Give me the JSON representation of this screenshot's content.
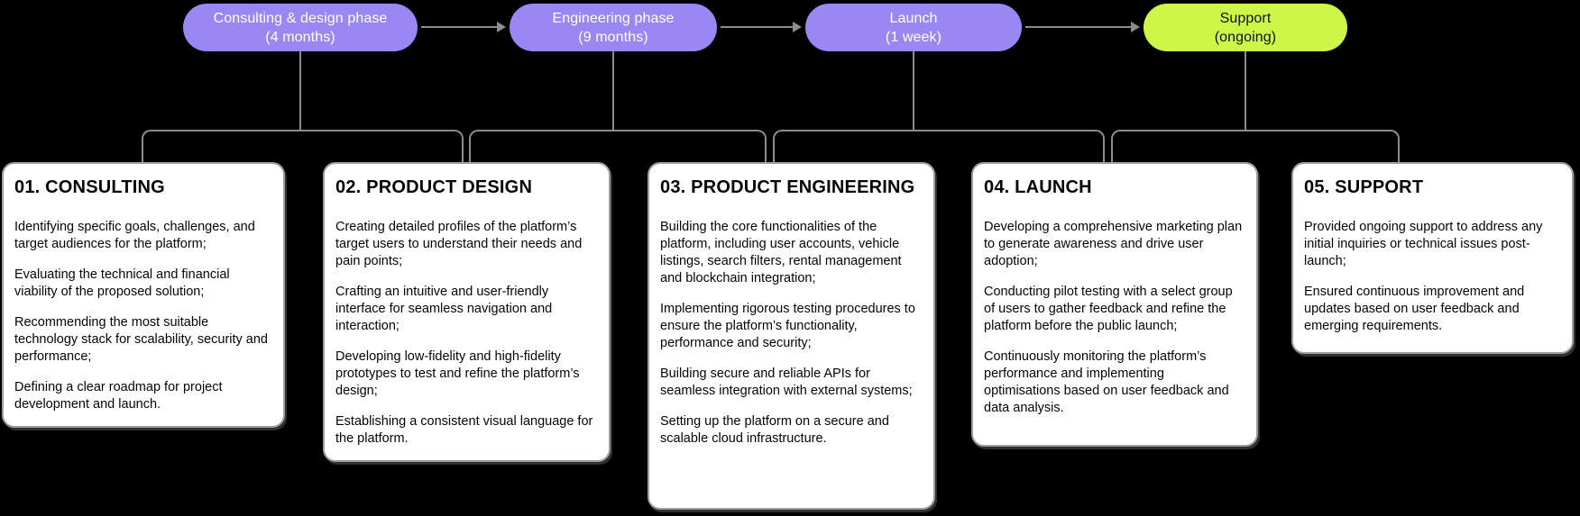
{
  "diagram": {
    "phases": [
      {
        "name": "Consulting & design phase",
        "duration": "(4 months)"
      },
      {
        "name": "Engineering phase",
        "duration": "(9 months)"
      },
      {
        "name": "Launch",
        "duration": "(1 week)"
      },
      {
        "name": "Support",
        "duration": "(ongoing)"
      }
    ],
    "cards": [
      {
        "title": "01. CONSULTING",
        "paragraphs": [
          "Identifying specific goals, challenges, and target audiences for the platform;",
          "Evaluating the technical and financial viability of the proposed solution;",
          "Recommending the most suitable technology stack for scalability, security and performance;",
          "Defining a clear roadmap for project development and launch."
        ]
      },
      {
        "title": "02. PRODUCT DESIGN",
        "paragraphs": [
          "Creating detailed profiles of the platform’s target users to understand their needs and pain points;",
          "Crafting an intuitive and user-friendly interface for seamless navigation and interaction;",
          "Developing low-fidelity and high-fidelity prototypes to test and refine the platform’s design;",
          "Establishing a consistent visual language for the platform."
        ]
      },
      {
        "title": "03. PRODUCT ENGINEERING",
        "paragraphs": [
          "Building the core functionalities of the platform, including user accounts, vehicle listings, search filters, rental management and blockchain integration;",
          "Implementing rigorous testing procedures to ensure the platform’s functionality, performance and security;",
          "Building secure and reliable APIs for seamless integration with external systems;",
          "Setting up the platform on a secure and scalable cloud infrastructure."
        ]
      },
      {
        "title": "04. LAUNCH",
        "paragraphs": [
          "Developing a comprehensive marketing plan to generate awareness and drive user adoption;",
          "Conducting pilot testing with a select group of users to gather feedback and refine the platform before the public launch;",
          "Continuously monitoring the platform’s performance and implementing optimisations based on user feedback and data analysis."
        ]
      },
      {
        "title": "05. SUPPORT",
        "paragraphs": [
          "Provided ongoing support to address any initial inquiries or technical issues post-launch;",
          "Ensured continuous improvement and updates based on user feedback and emerging requirements."
        ]
      }
    ],
    "colors": {
      "phase_purple": "#9A87F3",
      "phase_lime": "#CDF649",
      "connector_gray": "#8C8C8C",
      "card_bg": "#FFFFFF",
      "card_border": "#9E9E9E",
      "background": "#000000"
    }
  }
}
